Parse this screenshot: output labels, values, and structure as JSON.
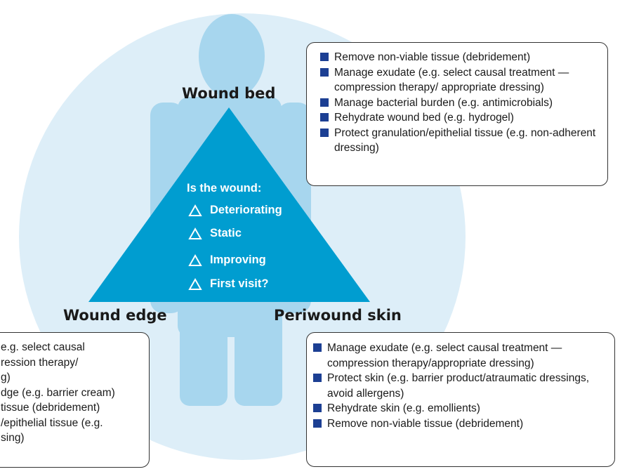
{
  "labels": {
    "wound_bed": "Wound bed",
    "wound_edge": "Wound edge",
    "periwound_skin": "Periwound skin"
  },
  "assessment": {
    "question": "Is the wound:",
    "options": [
      "Deteriorating",
      "Static",
      "Improving",
      "First visit?"
    ],
    "icon": "triangle-outline-icon"
  },
  "boxes": {
    "wound_bed": [
      "Remove non-viable tissue (debridement)",
      "Manage exudate  (e.g. select causal treatment — compression therapy/ appropriate dressing)",
      "Manage bacterial burden (e.g. antimicrobials)",
      "Rehydrate wound bed  (e.g. hydrogel)",
      "Protect granulation/epithelial tissue (e.g. non-adherent dressing)"
    ],
    "wound_edge": [
      "e.g. select causal",
      "ression therapy/",
      "g)",
      "dge  (e.g. barrier cream)",
      "tissue (debridement)",
      "/epithelial tissue (e.g.",
      "sing)"
    ],
    "periwound_skin": [
      "Manage exudate (e.g. select causal treatment — compression therapy/appropriate dressing)",
      "Protect skin (e.g. barrier product/atraumatic dressings, avoid allergens)",
      "Rehydrate skin (e.g. emollients)",
      "Remove non-viable tissue (debridement)"
    ]
  },
  "colors": {
    "circle": "#ddeef8",
    "figure": "#a7d6ee",
    "triangle": "#009dd0",
    "bullet": "#1c3f93",
    "border": "#333333"
  }
}
